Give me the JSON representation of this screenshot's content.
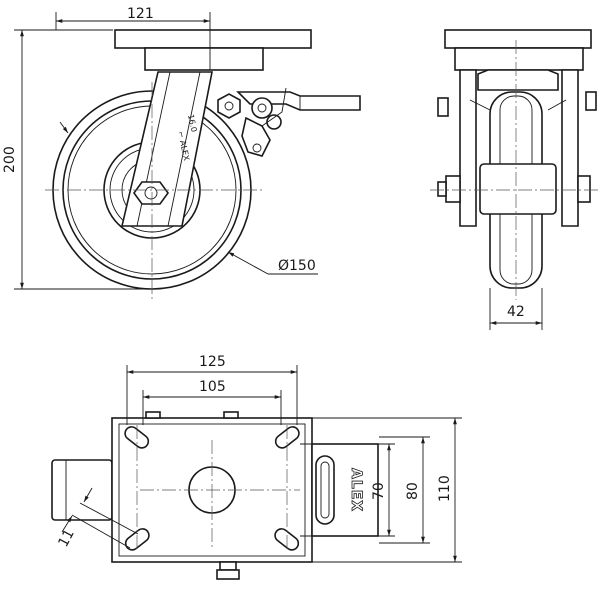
{
  "dimensions": {
    "top_plate_width": "121",
    "overall_height": "200",
    "wheel_diameter": "Ø150",
    "wheel_width": "42",
    "plate_length": "125",
    "hole_spacing_length": "105",
    "hole_spacing_width": "70",
    "hole_outer_width": "80",
    "plate_width": "110",
    "slot_width": "11"
  },
  "labels": {
    "brand": "ALEX"
  },
  "colors": {
    "line": "#1a1a1a",
    "background": "#ffffff"
  }
}
